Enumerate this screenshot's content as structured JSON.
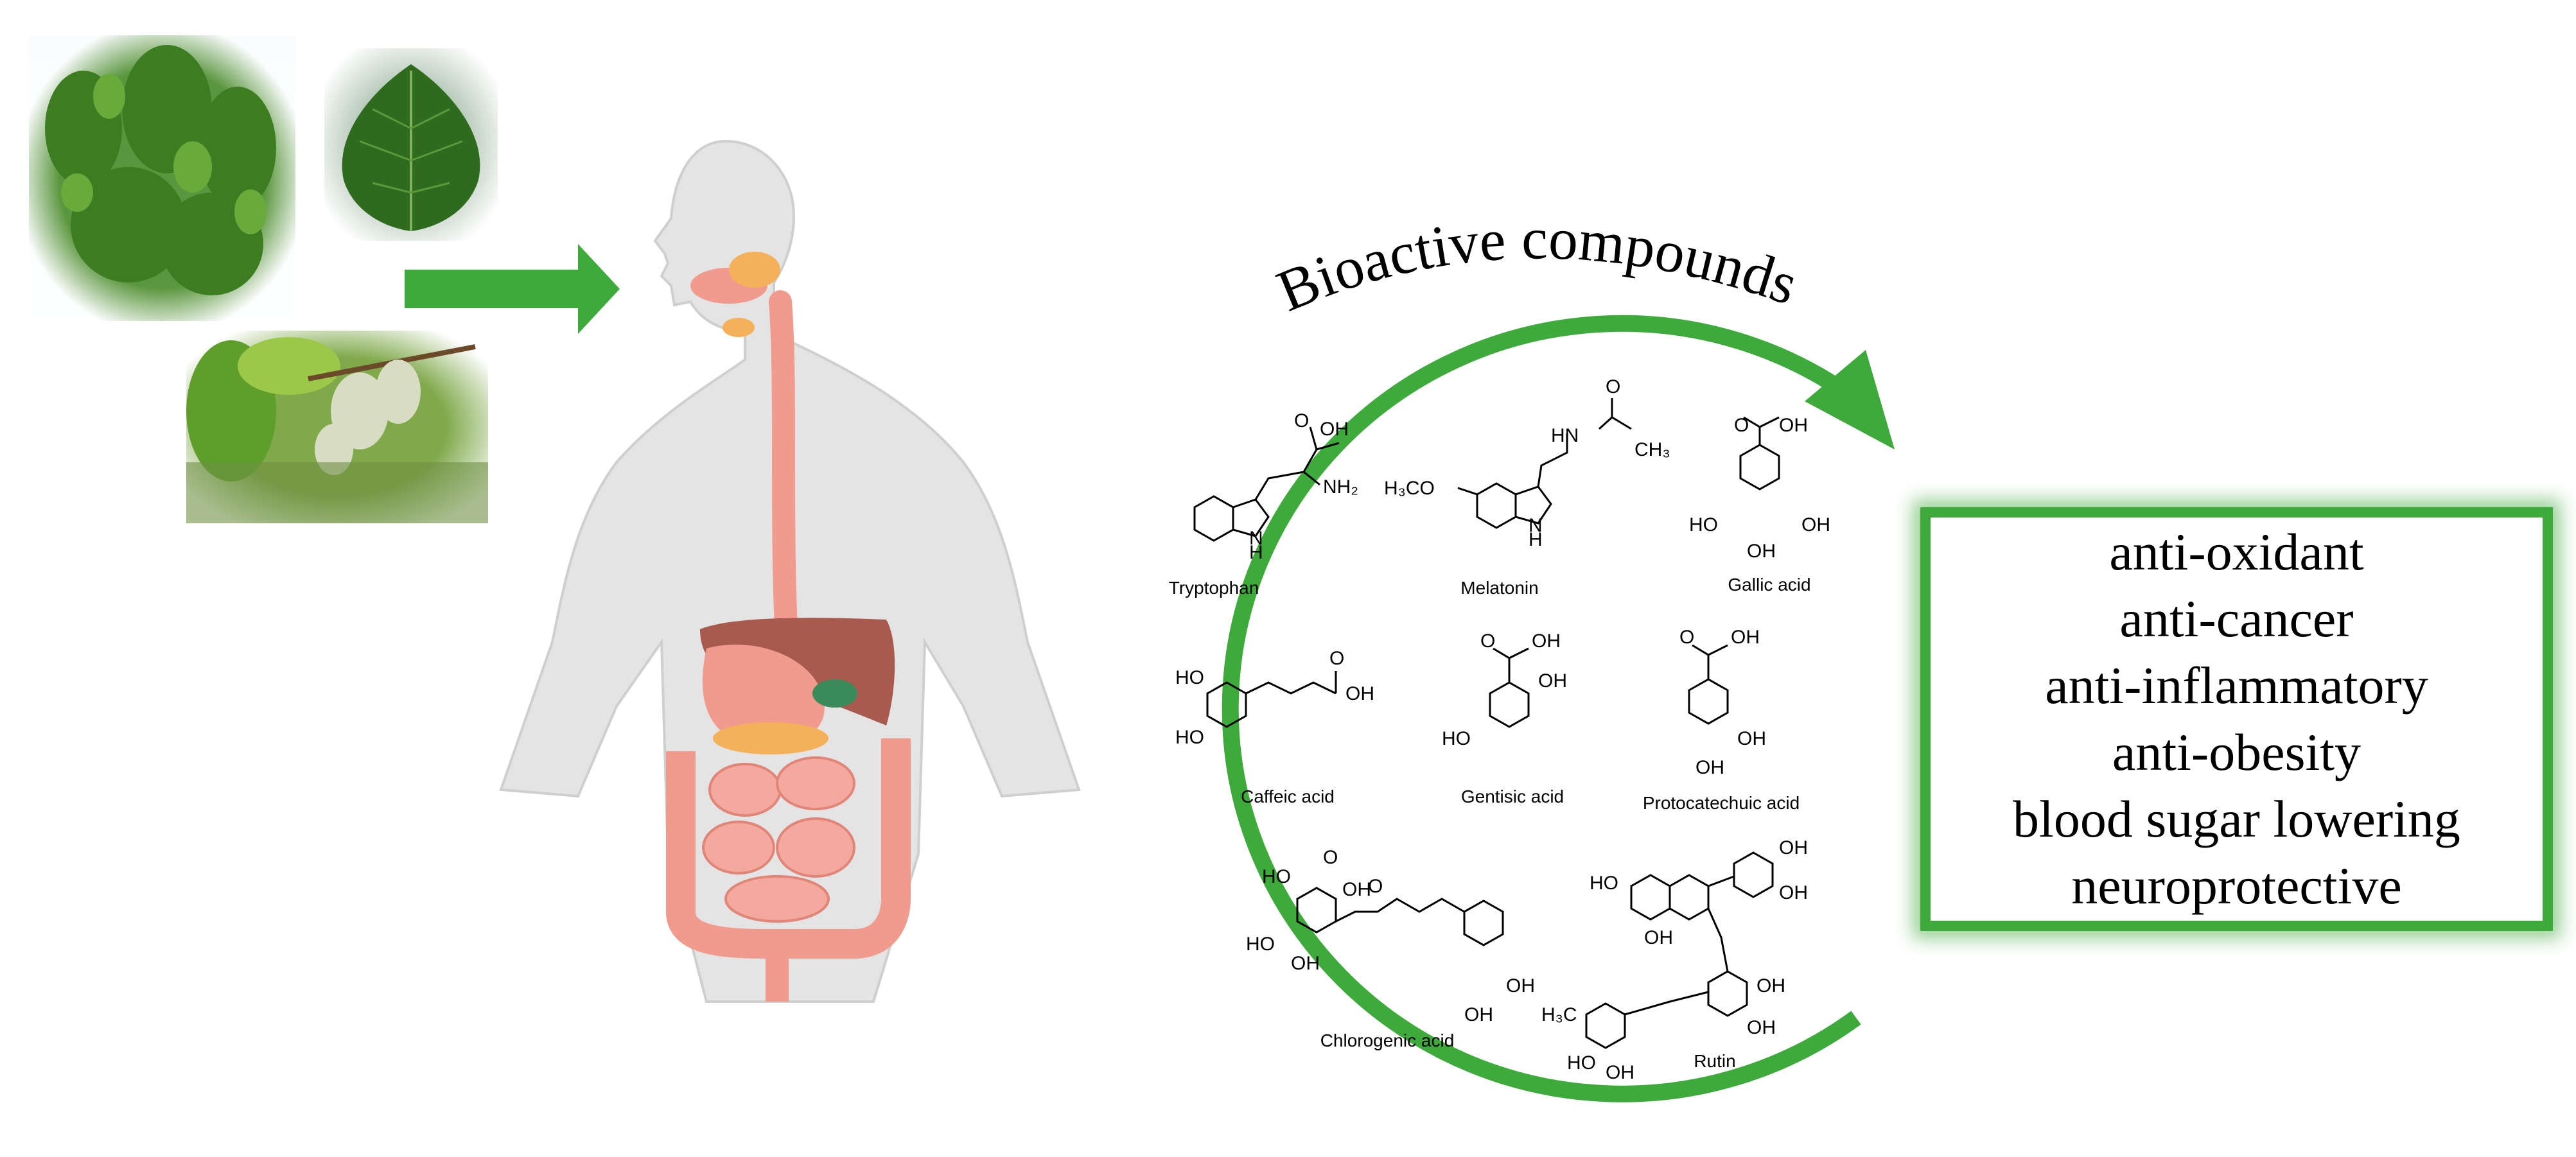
{
  "title": "Bioactive compounds",
  "compounds": [
    {
      "name": "Tryptophan"
    },
    {
      "name": "Melatonin"
    },
    {
      "name": "Gallic acid"
    },
    {
      "name": "Caffeic acid"
    },
    {
      "name": "Gentisic acid"
    },
    {
      "name": "Protocatechuic acid"
    },
    {
      "name": "Chlorogenic acid"
    },
    {
      "name": "Rutin"
    }
  ],
  "effects": [
    "anti-oxidant",
    "anti-cancer",
    "anti-inflammatory",
    "anti-obesity",
    "blood sugar lowering",
    "neuroprotective"
  ],
  "colors": {
    "accent_green": "#3faa3c",
    "body": "#e4e4e4",
    "digestive": "#f19a8e"
  }
}
